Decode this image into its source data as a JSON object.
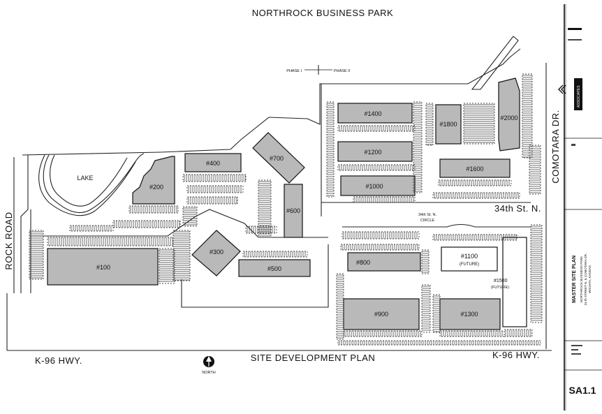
{
  "title": "NORTHROCK BUSINESS PARK",
  "subtitle": "SITE DEVELOPMENT PLAN",
  "phase_marker": {
    "left": "PHASE I",
    "right": "PHASE II"
  },
  "roads": {
    "rock_road": "ROCK ROAD",
    "k96_left": "K-96 HWY.",
    "k96_right": "K-96 HWY.",
    "comotara": "COMOTARA DR.",
    "street_34th": "34th St. N.",
    "circle_line1": "34th St. N.",
    "circle_line2": "CIRCLE"
  },
  "lake": "LAKE",
  "north_label": "NORTH",
  "buildings": {
    "b100": "#100",
    "b200": "#200",
    "b300": "#300",
    "b400": "#400",
    "b500": "#500",
    "b600": "#600",
    "b700": "#700",
    "b800": "#800",
    "b900": "#900",
    "b1000": "#1000",
    "b1100": "#1100",
    "b1100_note": "(FUTURE)",
    "b1200": "#1200",
    "b1300": "#1300",
    "b1400": "#1400",
    "b1500": "#1500",
    "b1500_note": "(FUTURE)",
    "b1600": "#1600",
    "b1800": "#1800",
    "b2000": "#2000"
  },
  "title_block": {
    "firm_line1": "ASSOCIATES",
    "plan_title": "MASTER SITE PLAN",
    "project_line1": "NORTHROCK BUSINESS PARK",
    "project_line2": "34 th STREET N. & COMOTARA DR.",
    "project_line3": "WICHITA, KANSAS",
    "sheet_number": "SA1.1"
  },
  "colors": {
    "building_fill": "#b9b9b9",
    "ink": "#111111"
  }
}
